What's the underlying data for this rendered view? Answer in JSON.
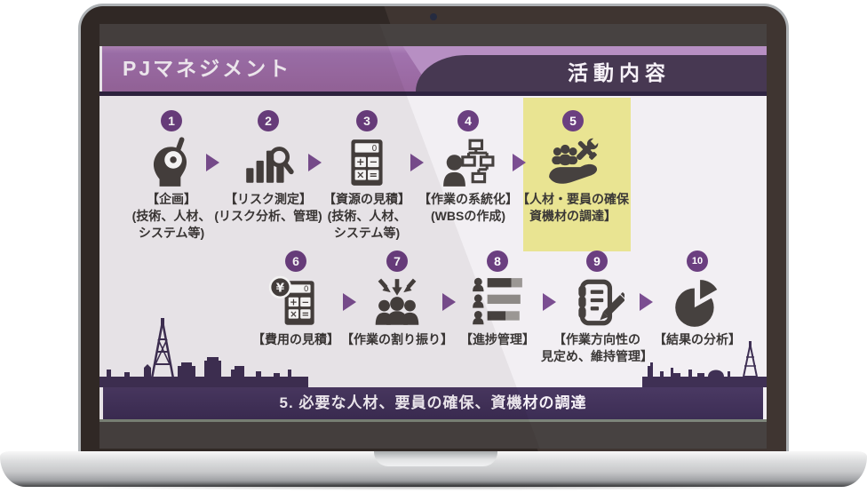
{
  "header": {
    "left_title": "PJマネジメント",
    "right_title": "活動内容"
  },
  "steps": [
    {
      "num": "1",
      "icon": "idea-head-icon",
      "lines": [
        "【企画】",
        "(技術、人材、",
        "システム等)"
      ]
    },
    {
      "num": "2",
      "icon": "risk-chart-magnifier-icon",
      "lines": [
        "【リスク測定】",
        "(リスク分析、管理)"
      ]
    },
    {
      "num": "3",
      "icon": "calculator-icon",
      "lines": [
        "【資源の見積】",
        "(技術、人材、",
        "システム等)"
      ]
    },
    {
      "num": "4",
      "icon": "wbs-orgchart-icon",
      "lines": [
        "【作業の系統化】",
        "(WBSの作成)"
      ]
    },
    {
      "num": "5",
      "icon": "hand-people-tools-icon",
      "lines": [
        "【人材・要員の確保",
        "資機材の調達】"
      ],
      "highlighted": true
    },
    {
      "num": "6",
      "icon": "cost-calculator-yen-icon",
      "lines": [
        "【費用の見積】"
      ]
    },
    {
      "num": "7",
      "icon": "task-assignment-people-icon",
      "lines": [
        "【作業の割り振り】"
      ]
    },
    {
      "num": "8",
      "icon": "progress-list-icon",
      "lines": [
        "【進捗管理】"
      ]
    },
    {
      "num": "9",
      "icon": "notebook-pencil-icon",
      "lines": [
        "【作業方向性の",
        "見定め、維持管理】"
      ]
    },
    {
      "num": "10",
      "icon": "pie-chart-icon",
      "lines": [
        "【結果の分析】"
      ]
    }
  ],
  "footer": {
    "text": "5. 必要な人材、要員の確保、資機材の調達"
  },
  "icon_glyphs": {
    "calc_display": "0",
    "plus": "+",
    "minus": "−",
    "multiply": "×",
    "equals": "=",
    "yen": "¥"
  },
  "colors": {
    "header_purple": "#98679e",
    "header_lavender": "#b78fc3",
    "header_dark": "#473852",
    "badge_purple": "#6b3f80",
    "arrow_purple": "#7b4e91",
    "icon_gray": "#46413f",
    "highlight_yellow": "#e9e492",
    "footer_bar": "#3c2d54",
    "skyline_purple": "#3f3054",
    "slide_bg": "#f2eff3"
  }
}
